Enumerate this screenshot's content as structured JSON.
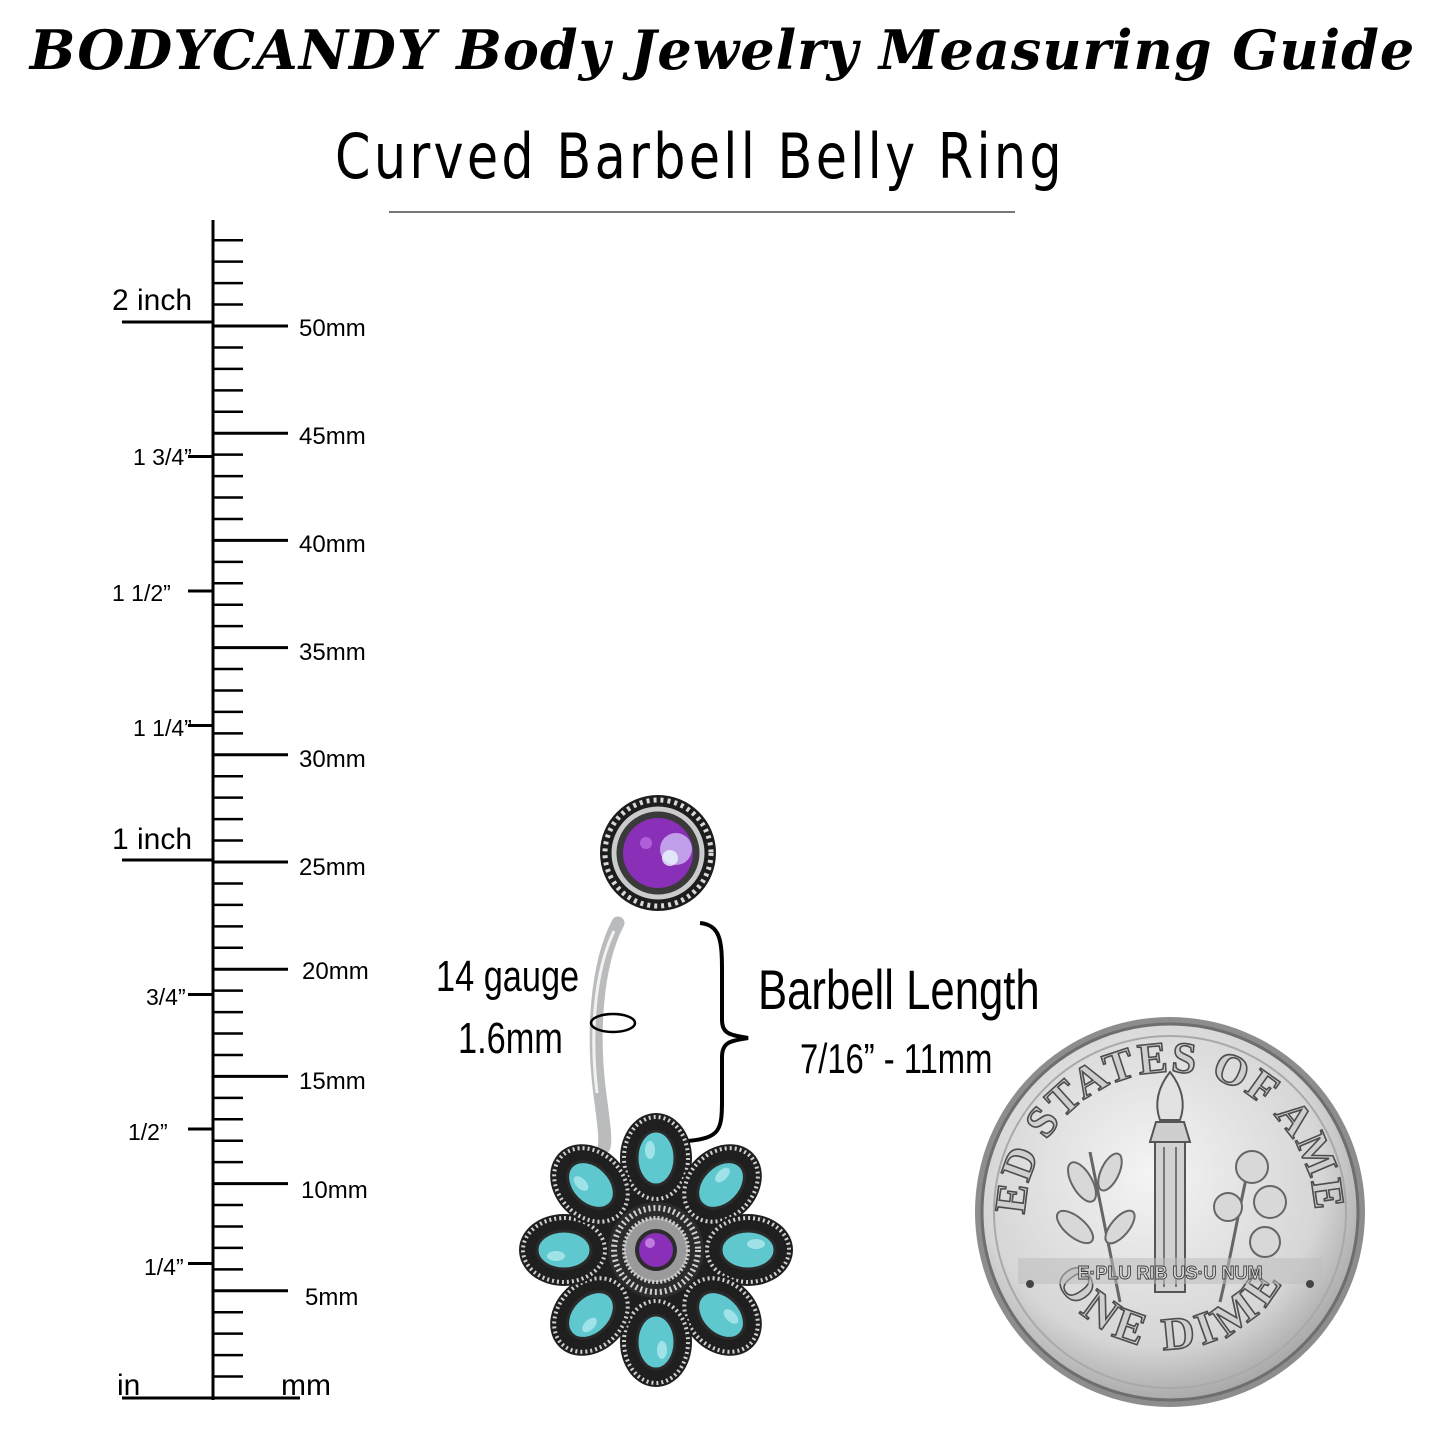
{
  "header": {
    "guide_title": "BODYCANDY Body Jewelry Measuring Guide",
    "product_title": "Curved Barbell Belly Ring"
  },
  "ruler": {
    "inch_labels": [
      "2 inch",
      "1 3/4”",
      "1 1/2”",
      "1 1/4”",
      "1 inch",
      "3/4”",
      "1/2”",
      "1/4”"
    ],
    "mm_labels": [
      "50mm",
      "45mm",
      "40mm",
      "35mm",
      "30mm",
      "25mm",
      "20mm",
      "15mm",
      "10mm",
      "5mm"
    ],
    "in_unit": "in",
    "mm_unit": "mm"
  },
  "callouts": {
    "gauge": "14 gauge",
    "gauge_mm": "1.6mm",
    "length_label": "Barbell Length",
    "length_value": "7/16” - 11mm"
  },
  "dime": {
    "top_text": "UNITED STATES OF AMERICA",
    "motto": "E·PLU RIB US·U NUM",
    "bottom_text": "ONE DIME"
  },
  "colors": {
    "turquoise": "#5fc8cf",
    "purple": "#8a2fb8",
    "silver": "#c9cbcd",
    "dark_metal": "#2a2a2a"
  }
}
